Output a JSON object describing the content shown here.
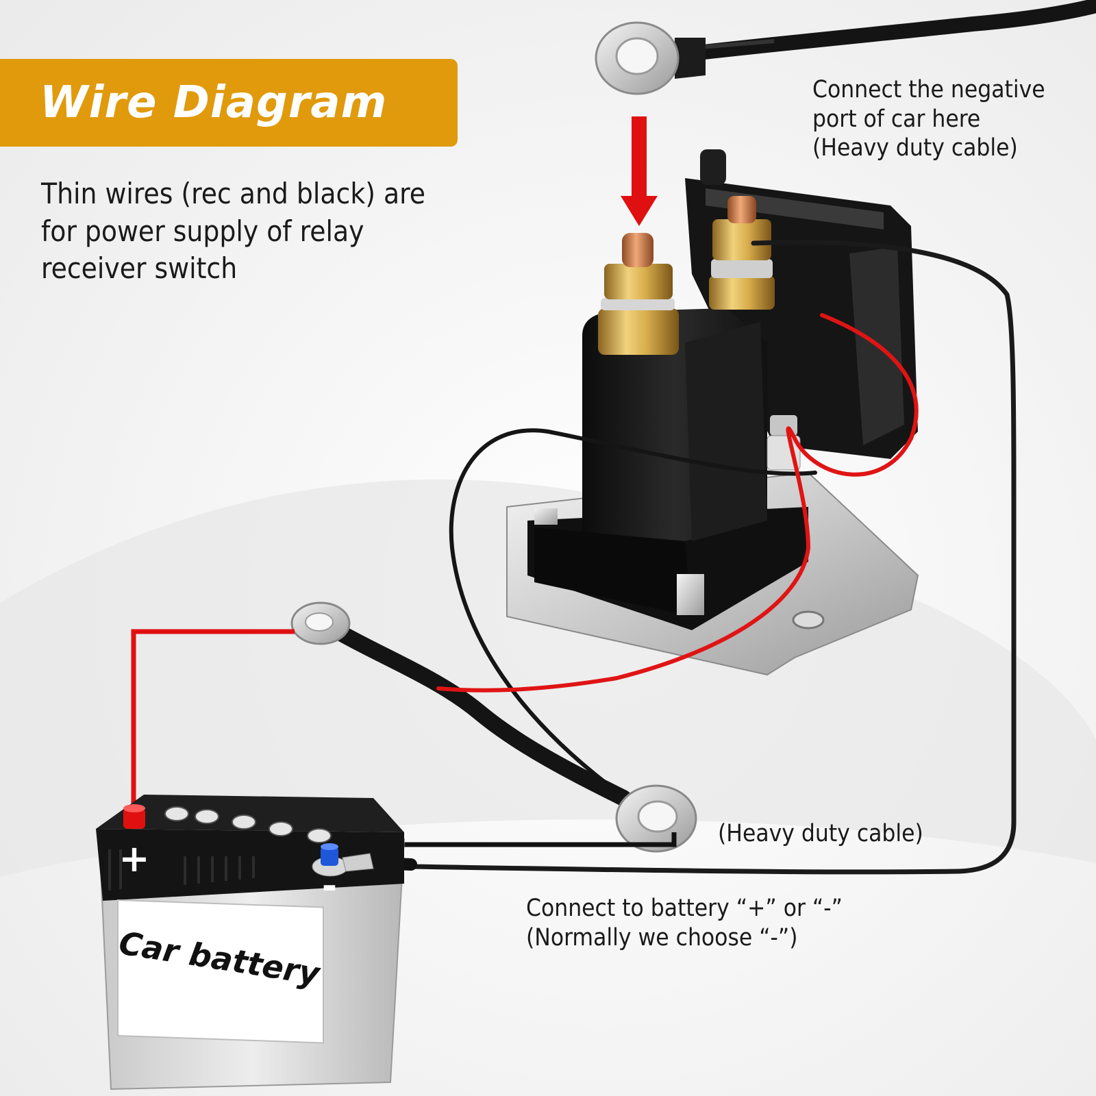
{
  "header": {
    "title": "Wire Diagram"
  },
  "notes": {
    "thin_wires": [
      "Thin wires (rec and black) are",
      "for power supply of relay",
      "receiver switch"
    ],
    "negative_port": [
      "Connect the negative",
      "port of car here",
      "(Heavy duty cable)"
    ],
    "heavy_duty": "(Heavy duty cable)",
    "battery_connect": [
      "Connect to battery “+” or “-”",
      "(Normally we choose “-”)"
    ]
  },
  "battery": {
    "label": "Car battery",
    "plus": "+",
    "minus": "-"
  },
  "colors": {
    "banner": "#e09a0c",
    "red_wire": "#e01010",
    "black_wire": "#1a1a1a",
    "background": "#f2f2f2",
    "brass": "#d8ad4c",
    "copper": "#d9844f"
  }
}
